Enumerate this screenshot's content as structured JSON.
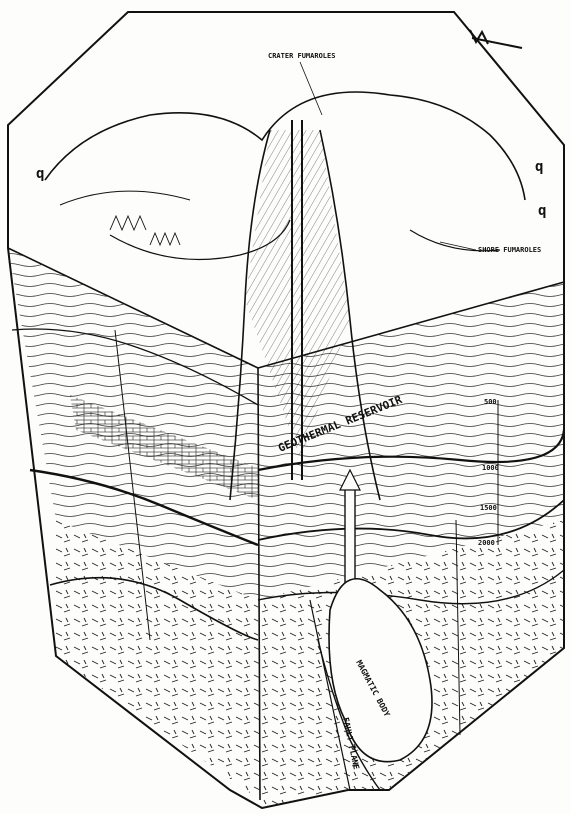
{
  "diagram": {
    "labels": {
      "crater_fumaroles": "CRATER FUMAROLES",
      "shore_fumaroles": "SHORE FUMAROLES",
      "geothermal_reservoir": "GEOTHERMAL RESERVOIR",
      "magmatic_body": "MAGMATIC BODY",
      "fault_plane": "FAULT PLANE",
      "hot_spring_left_1": "q",
      "hot_spring_right_1": "q",
      "hot_spring_right_2": "q"
    },
    "depth_scale": [
      "500",
      "1000",
      "1500",
      "2000"
    ],
    "north_arrow": "north-arrow-icon",
    "colors": {
      "ink": "#1a1a1a",
      "paper": "#fdfdfb"
    }
  }
}
